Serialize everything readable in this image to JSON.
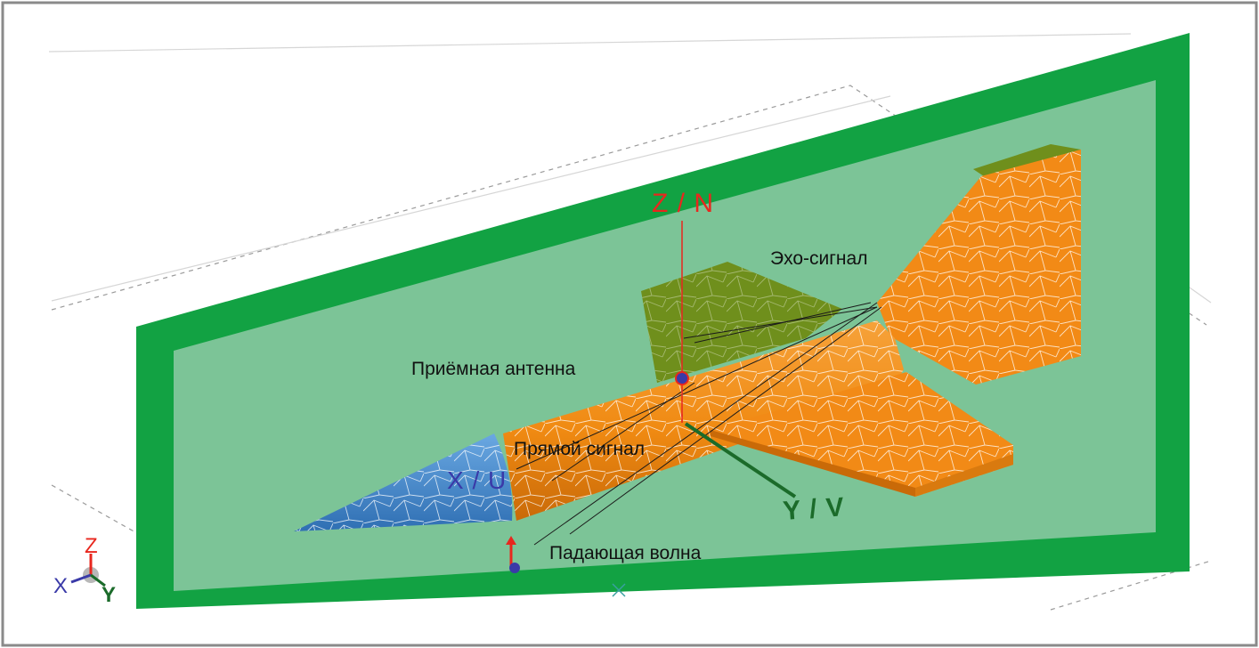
{
  "labels": {
    "echo": "Эхо-сигнал",
    "receiver": "Приёмная антенна",
    "direct": "Прямой сигнал",
    "incident": "Падающая волна"
  },
  "axes": {
    "zn": "Z / N",
    "xu": "X / U",
    "yv": "Y / V"
  },
  "triad": {
    "x": "X",
    "y": "Y",
    "z": "Z"
  },
  "colors": {
    "frame_green": "#12a243",
    "plane_fill": "#7cc497",
    "body_orange": "#f28a16",
    "nose_blue": "#4a8fd1",
    "wing_olive": "#6f8f1c",
    "axis_red": "#e8271e",
    "axis_blue": "#3a3aa8",
    "axis_green": "#1b6b2a"
  }
}
